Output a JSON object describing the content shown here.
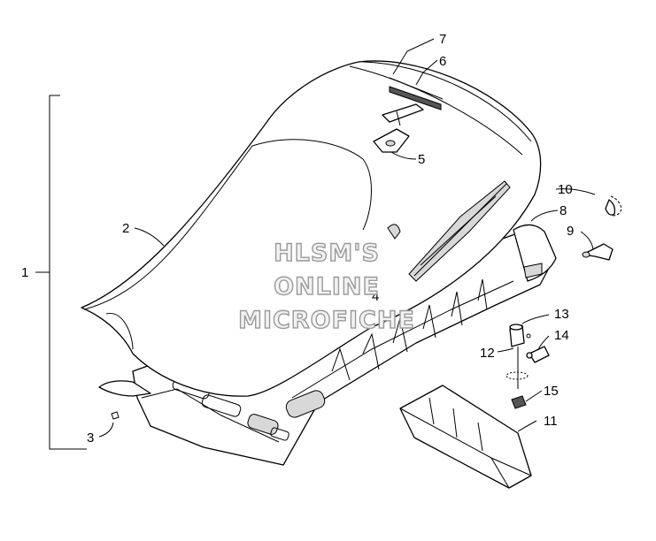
{
  "diagram": {
    "callouts": [
      {
        "id": "1",
        "label": "1"
      },
      {
        "id": "2",
        "label": "2"
      },
      {
        "id": "3",
        "label": "3"
      },
      {
        "id": "4",
        "label": "4"
      },
      {
        "id": "5",
        "label": "5"
      },
      {
        "id": "6",
        "label": "6"
      },
      {
        "id": "7",
        "label": "7"
      },
      {
        "id": "8",
        "label": "8"
      },
      {
        "id": "9",
        "label": "9"
      },
      {
        "id": "10",
        "label": "10"
      },
      {
        "id": "11",
        "label": "11"
      },
      {
        "id": "12",
        "label": "12"
      },
      {
        "id": "13",
        "label": "13"
      },
      {
        "id": "14",
        "label": "14"
      },
      {
        "id": "15",
        "label": "15"
      }
    ],
    "watermark": {
      "line1": "HLSM'S",
      "line2": "ONLINE",
      "line3": "MICROFICHE"
    }
  }
}
